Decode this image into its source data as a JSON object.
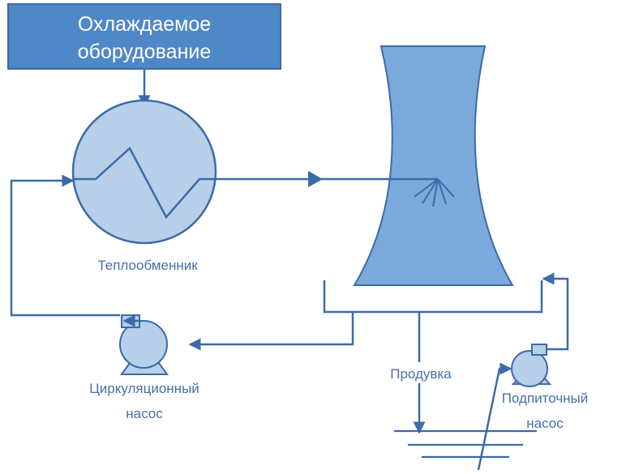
{
  "equipment_box": {
    "line1": "Охлаждаемое",
    "line2": "оборудование"
  },
  "heat_exchanger": {
    "label": "Теплообменник"
  },
  "circulation_pump": {
    "line1": "Циркуляционный",
    "line2": "насос"
  },
  "blowdown": {
    "label": "Продувка"
  },
  "makeup_pump": {
    "line1": "Подпиточный",
    "line2": "насос"
  },
  "colors": {
    "box_fill": "#4f88c6",
    "component_fill": "#b7cfe8",
    "tower_fill": "#7aa9dc",
    "line": "#3d6aa8",
    "text": "#4a6fa5"
  }
}
